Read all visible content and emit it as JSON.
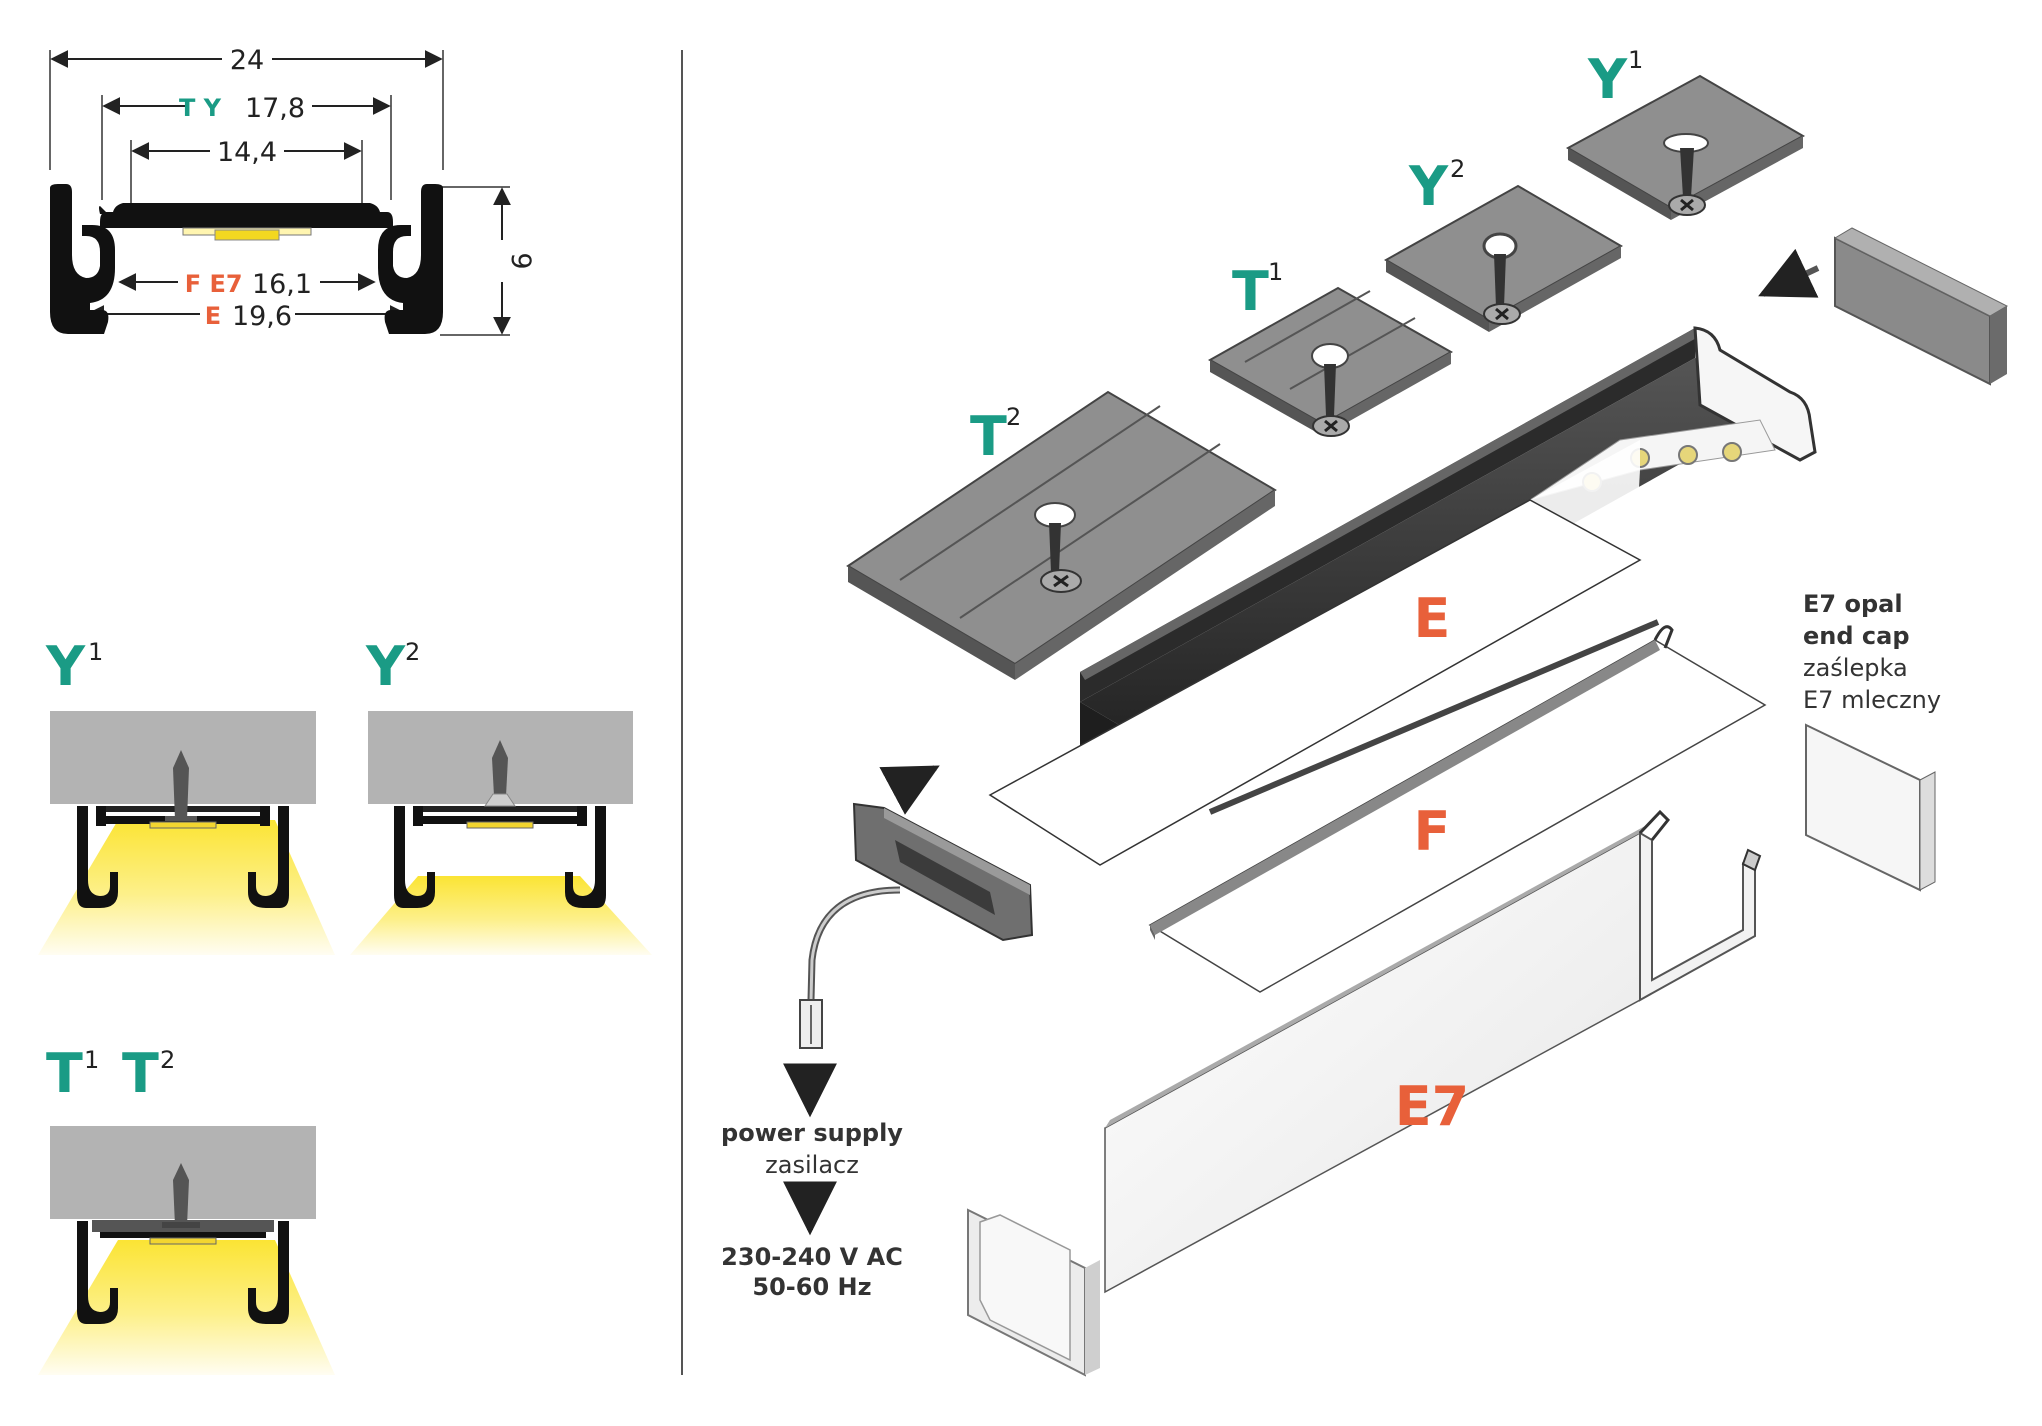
{
  "colors": {
    "teal": "#1a9b85",
    "orange": "#e8603a",
    "dark": "#111111",
    "light_yellow": "#fce94a",
    "gray_cover": "#b3b3b3"
  },
  "dimensions": {
    "overall_width": "24",
    "ty_prefix": "T Y",
    "ty_width": "17,8",
    "inner_width": "14,4",
    "fe7_prefix_f": "F",
    "fe7_prefix_e7": "E7",
    "fe7_width": "16,1",
    "e_prefix": "E",
    "e_width": "19,6",
    "height": "9"
  },
  "mount_examples": {
    "y1_letter": "Y",
    "y1_sup": "1",
    "y2_letter": "Y",
    "y2_sup": "2",
    "t1_letter": "T",
    "t1_sup": "1",
    "t2_letter": "T",
    "t2_sup": "2"
  },
  "exploded": {
    "y1_letter": "Y",
    "y1_sup": "1",
    "y2_letter": "Y",
    "y2_sup": "2",
    "t1_letter": "T",
    "t1_sup": "1",
    "t2_letter": "T",
    "t2_sup": "2",
    "label_e": "E",
    "label_f": "F",
    "label_e7": "E7"
  },
  "end_cap_note": {
    "line1": "E7 opal",
    "line2": "end cap",
    "line3": "zaślepka",
    "line4": "E7 mleczny"
  },
  "power": {
    "line1": "power supply",
    "line2": "zasilacz",
    "line3": "230-240 V AC",
    "line4": "50-60 Hz"
  }
}
